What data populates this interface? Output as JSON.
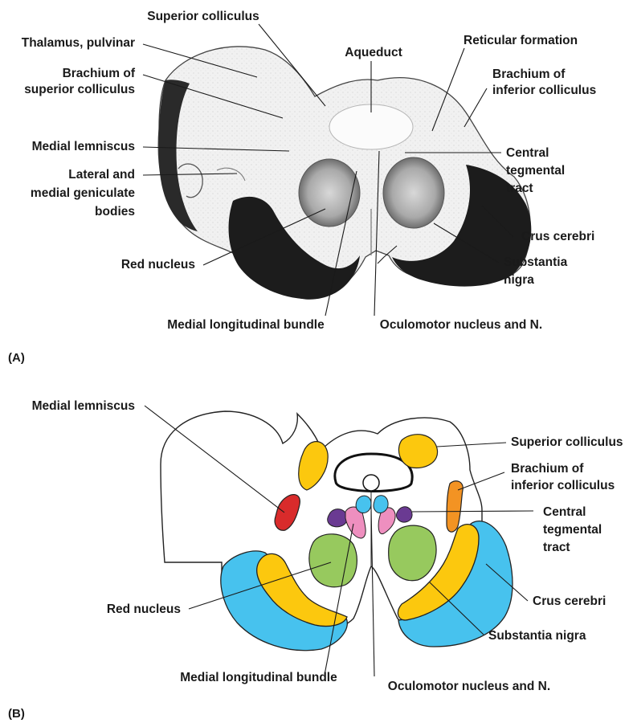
{
  "panel_a": {
    "tag": "(A)",
    "labels": {
      "superior_colliculus": "Superior colliculus",
      "thalamus_pulvinar": "Thalamus, pulvinar",
      "brachium_superior_1": "Brachium of",
      "brachium_superior_2": "superior colliculus",
      "aqueduct": "Aqueduct",
      "reticular_formation": "Reticular formation",
      "brachium_inferior_1": "Brachium of",
      "brachium_inferior_2": "inferior colliculus",
      "medial_lemniscus": "Medial lemniscus",
      "central_tegmental_1": "Central",
      "central_tegmental_2": "tegmental",
      "central_tegmental_3": "tract",
      "geniculate_1": "Lateral and",
      "geniculate_2": "medial geniculate",
      "geniculate_3": "bodies",
      "crus_cerebri": "Crus cerebri",
      "red_nucleus": "Red nucleus",
      "substantia_nigra_1": "Substantia",
      "substantia_nigra_2": "nigra",
      "mlf": "Medial longitudinal bundle",
      "oculomotor": "Oculomotor nucleus and N."
    }
  },
  "panel_b": {
    "tag": "(B)",
    "labels": {
      "medial_lemniscus": "Medial lemniscus",
      "superior_colliculus": "Superior colliculus",
      "brachium_inferior_1": "Brachium of",
      "brachium_inferior_2": "inferior colliculus",
      "central_tegmental_1": "Central",
      "central_tegmental_2": "tegmental",
      "central_tegmental_3": "tract",
      "red_nucleus": "Red nucleus",
      "crus_cerebri": "Crus cerebri",
      "substantia_nigra": "Substantia nigra",
      "mlf": "Medial longitudinal bundle",
      "oculomotor": "Oculomotor nucleus and N."
    },
    "colors": {
      "superior_colliculus": "#fcc80e",
      "substantia_nigra": "#fcc80e",
      "crus_cerebri": "#47c2ee",
      "red_nucleus": "#97c95e",
      "medial_lemniscus": "#d92b2b",
      "brachium_inferior_colliculus": "#f39323",
      "central_tegmental_tract": "#6a3a92",
      "medial_longitudinal_bundle": "#ee8fbf",
      "oculomotor_nucleus": "#47c2ee"
    }
  }
}
